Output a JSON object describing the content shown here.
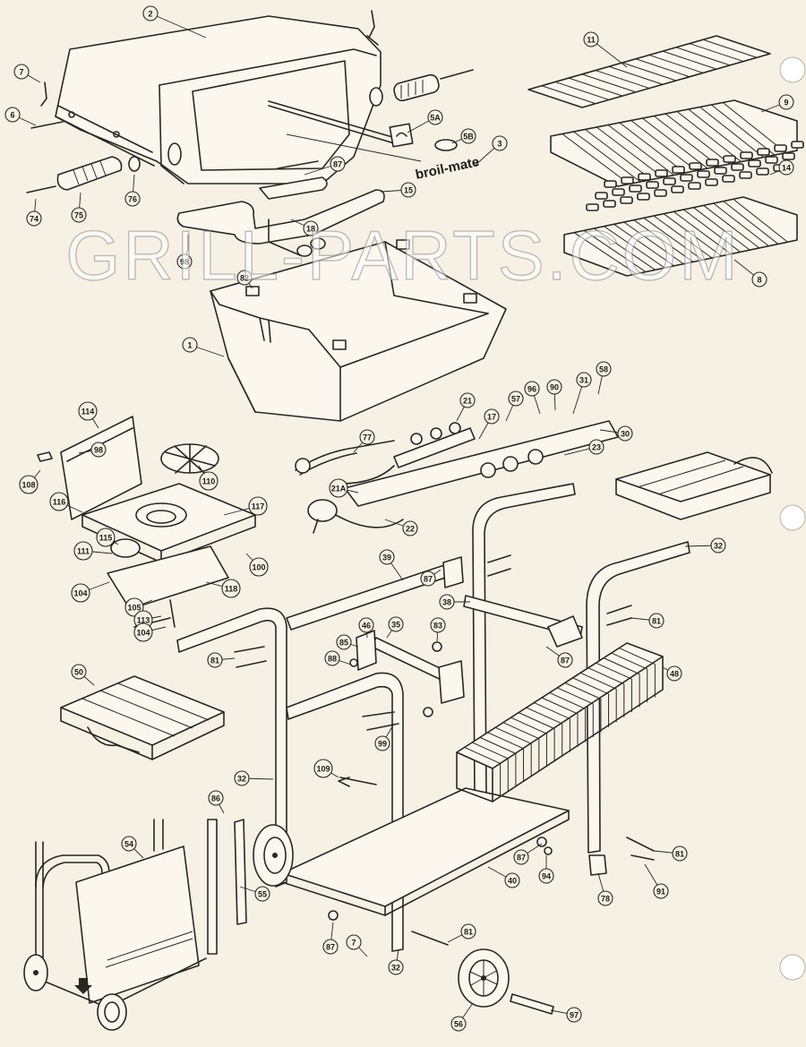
{
  "watermark": "GRILL-PARTS.COM",
  "brand_label": "broil-mate",
  "callouts": [
    {
      "id": "c-2",
      "label": "2"
    },
    {
      "id": "c-7a",
      "label": "7"
    },
    {
      "id": "c-6",
      "label": "6"
    },
    {
      "id": "c-74",
      "label": "74"
    },
    {
      "id": "c-75",
      "label": "75"
    },
    {
      "id": "c-76",
      "label": "76"
    },
    {
      "id": "c-5a",
      "label": "5A"
    },
    {
      "id": "c-5b",
      "label": "5B"
    },
    {
      "id": "c-3",
      "label": "3"
    },
    {
      "id": "c-87a",
      "label": "87"
    },
    {
      "id": "c-15",
      "label": "15"
    },
    {
      "id": "c-18",
      "label": "18"
    },
    {
      "id": "c-98a",
      "label": "98"
    },
    {
      "id": "c-11",
      "label": "11"
    },
    {
      "id": "c-9",
      "label": "9"
    },
    {
      "id": "c-14",
      "label": "14"
    },
    {
      "id": "c-8",
      "label": "8"
    },
    {
      "id": "c-82",
      "label": "82"
    },
    {
      "id": "c-1",
      "label": "1"
    },
    {
      "id": "c-114",
      "label": "114"
    },
    {
      "id": "c-98b",
      "label": "98"
    },
    {
      "id": "c-108",
      "label": "108"
    },
    {
      "id": "c-110",
      "label": "110"
    },
    {
      "id": "c-116",
      "label": "116"
    },
    {
      "id": "c-117",
      "label": "117"
    },
    {
      "id": "c-115",
      "label": "115"
    },
    {
      "id": "c-111",
      "label": "111"
    },
    {
      "id": "c-100",
      "label": "100"
    },
    {
      "id": "c-118",
      "label": "118"
    },
    {
      "id": "c-104a",
      "label": "104"
    },
    {
      "id": "c-105",
      "label": "105"
    },
    {
      "id": "c-113",
      "label": "113"
    },
    {
      "id": "c-104b",
      "label": "104"
    },
    {
      "id": "c-77",
      "label": "77"
    },
    {
      "id": "c-21",
      "label": "21"
    },
    {
      "id": "c-17",
      "label": "17"
    },
    {
      "id": "c-57",
      "label": "57"
    },
    {
      "id": "c-96",
      "label": "96"
    },
    {
      "id": "c-90",
      "label": "90"
    },
    {
      "id": "c-31",
      "label": "31"
    },
    {
      "id": "c-58",
      "label": "58"
    },
    {
      "id": "c-30",
      "label": "30"
    },
    {
      "id": "c-23",
      "label": "23"
    },
    {
      "id": "c-21a",
      "label": "21A"
    },
    {
      "id": "c-22",
      "label": "22"
    },
    {
      "id": "c-39",
      "label": "39"
    },
    {
      "id": "c-87b",
      "label": "87"
    },
    {
      "id": "c-32a",
      "label": "32"
    },
    {
      "id": "c-38",
      "label": "38"
    },
    {
      "id": "c-81a",
      "label": "81"
    },
    {
      "id": "c-87c",
      "label": "87"
    },
    {
      "id": "c-46",
      "label": "46"
    },
    {
      "id": "c-35",
      "label": "35"
    },
    {
      "id": "c-83",
      "label": "83"
    },
    {
      "id": "c-85",
      "label": "85"
    },
    {
      "id": "c-88",
      "label": "88"
    },
    {
      "id": "c-81b",
      "label": "81"
    },
    {
      "id": "c-48",
      "label": "48"
    },
    {
      "id": "c-50",
      "label": "50"
    },
    {
      "id": "c-99",
      "label": "99"
    },
    {
      "id": "c-32b",
      "label": "32"
    },
    {
      "id": "c-109",
      "label": "109"
    },
    {
      "id": "c-86",
      "label": "86"
    },
    {
      "id": "c-54",
      "label": "54"
    },
    {
      "id": "c-55",
      "label": "55"
    },
    {
      "id": "c-87d",
      "label": "87"
    },
    {
      "id": "c-94",
      "label": "94"
    },
    {
      "id": "c-40",
      "label": "40"
    },
    {
      "id": "c-81c",
      "label": "81"
    },
    {
      "id": "c-78",
      "label": "78"
    },
    {
      "id": "c-91",
      "label": "91"
    },
    {
      "id": "c-87e",
      "label": "87"
    },
    {
      "id": "c-7b",
      "label": "7"
    },
    {
      "id": "c-32c",
      "label": "32"
    },
    {
      "id": "c-81d",
      "label": "81"
    },
    {
      "id": "c-56",
      "label": "56"
    },
    {
      "id": "c-97",
      "label": "97"
    }
  ]
}
